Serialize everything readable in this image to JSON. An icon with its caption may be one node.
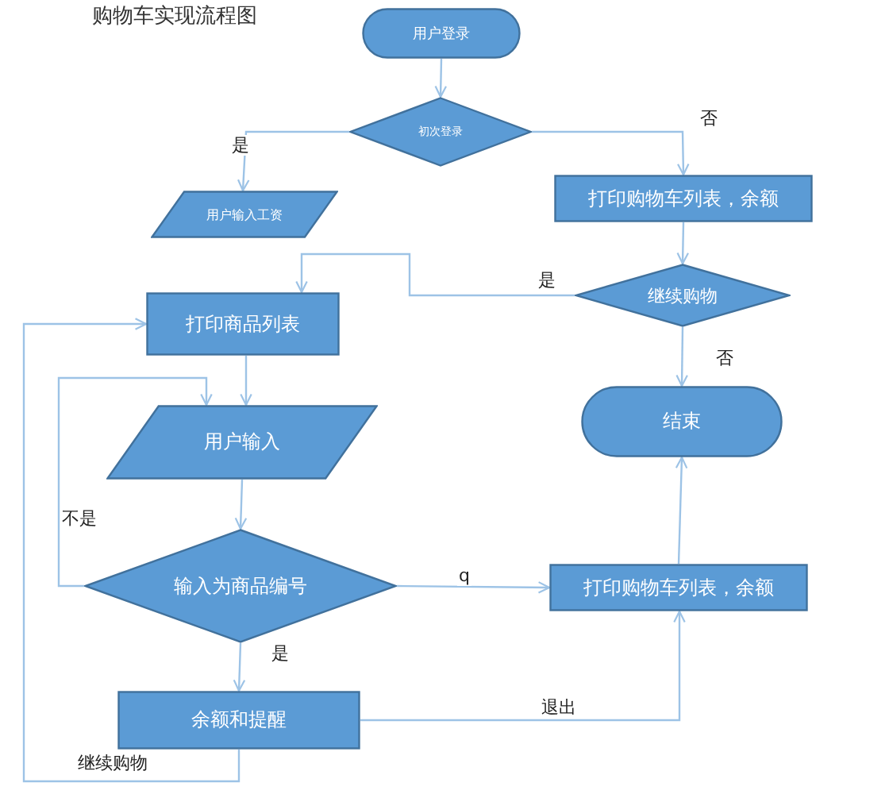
{
  "diagram": {
    "title": "购物车实现流程图",
    "nodes": [
      {
        "text": [
          "用户登录"
        ]
      },
      {
        "text": [
          "初次登录"
        ]
      },
      {
        "text": [
          "用户输入工资"
        ]
      },
      {
        "text": [
          "打印购物车列表，余额"
        ]
      },
      {
        "text": [
          "继续购物"
        ]
      },
      {
        "text": [
          "打印商品列表"
        ]
      },
      {
        "text": [
          "结束"
        ]
      },
      {
        "text": [
          "用户输入"
        ]
      },
      {
        "text": [
          "输入为商品编号"
        ]
      },
      {
        "text": [
          "打印购物车列表，余额"
        ]
      },
      {
        "text": [
          "余额和提醒"
        ]
      }
    ],
    "edges": [
      {
        "from": 0,
        "to": 1,
        "arrow": "to"
      },
      {
        "from": 1,
        "to": 2,
        "arrow": "to",
        "label": "是"
      },
      {
        "from": 1,
        "to": 3,
        "arrow": "to",
        "label": "否"
      },
      {
        "from": 3,
        "to": 4,
        "arrow": "to"
      },
      {
        "from": 4,
        "to": 5,
        "arrow": "to",
        "label": "是"
      },
      {
        "from": 4,
        "to": 6,
        "arrow": "to",
        "label": "否"
      },
      {
        "from": 5,
        "to": 7,
        "arrow": "to"
      },
      {
        "from": 7,
        "to": 8,
        "arrow": "to"
      },
      {
        "from": 8,
        "to": 7,
        "arrow": "to",
        "label": "不是"
      },
      {
        "from": 8,
        "to": 9,
        "arrow": "to",
        "label": "q"
      },
      {
        "from": 8,
        "to": 10,
        "arrow": "to",
        "label": "是"
      },
      {
        "from": 10,
        "to": 9,
        "arrow": "to",
        "label": "退出"
      },
      {
        "from": 10,
        "to": 5,
        "arrow": "to",
        "label": "继续购物"
      },
      {
        "from": 9,
        "to": 6,
        "arrow": "to"
      }
    ]
  }
}
